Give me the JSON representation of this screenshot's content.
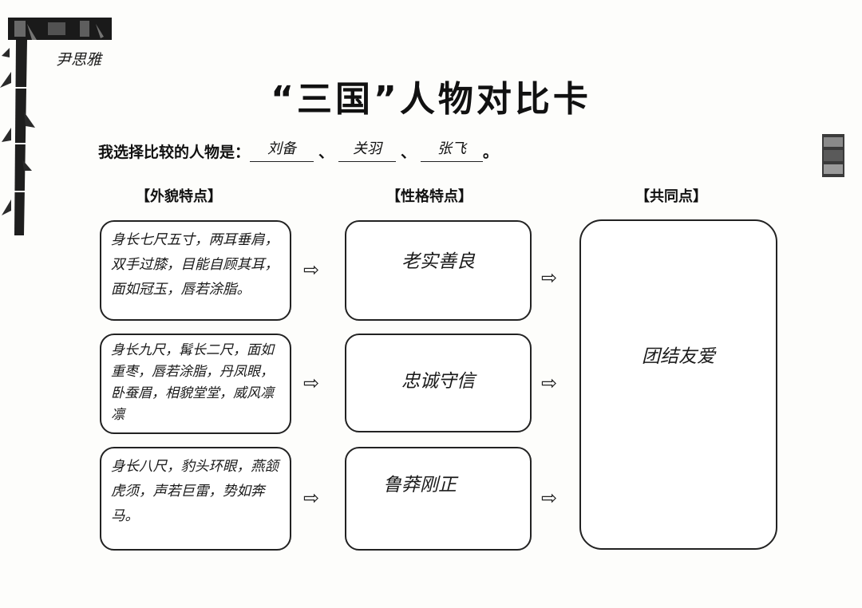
{
  "author": "尹思雅",
  "title": "“三国”人物对比卡",
  "selection": {
    "prompt": "我选择比较的人物是：",
    "names": [
      "刘备",
      "关羽",
      "张飞"
    ],
    "separator": "、",
    "end": "。"
  },
  "columns": {
    "appearance": "【外貌特点】",
    "personality": "【性格特点】",
    "common": "【共同点】"
  },
  "rows": [
    {
      "appearance": "身长七尺五寸，两耳垂肩，双手过膝，目能自顾其耳，面如冠玉，唇若涂脂。",
      "personality": "老实善良"
    },
    {
      "appearance": "身长九尺，髯长二尺，面如重枣，唇若涂脂，丹凤眼，卧蚕眉，相貌堂堂，威风凛凛",
      "personality": "忠诚守信"
    },
    {
      "appearance": "身长八尺，豹头环眼，燕颔虎须，声若巨雷，势如奔马。",
      "personality": "鲁莽刚正"
    }
  ],
  "common": "团结友爱",
  "arrow_glyph": "⇨"
}
